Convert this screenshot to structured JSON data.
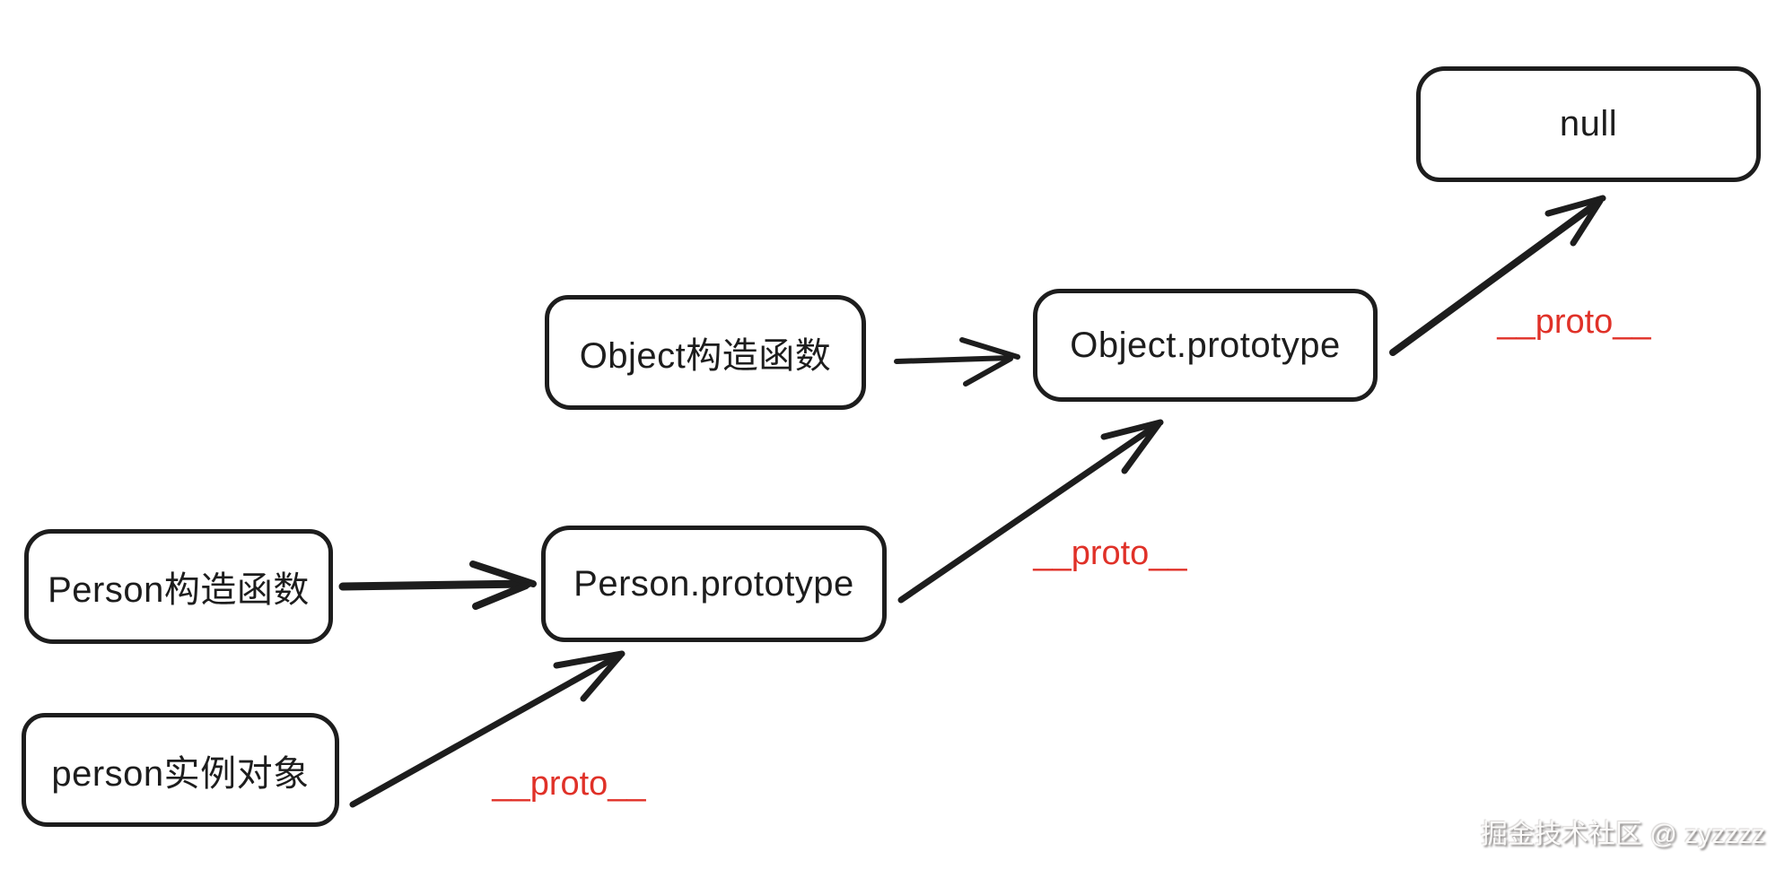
{
  "diagram": {
    "nodes": {
      "person_constructor": {
        "label": "Person构造函数"
      },
      "person_instance": {
        "label": "person实例对象"
      },
      "person_prototype": {
        "label": "Person.prototype"
      },
      "object_constructor": {
        "label": "Object构造函数"
      },
      "object_prototype": {
        "label": "Object.prototype"
      },
      "null_node": {
        "label": "null"
      }
    },
    "edges": [
      {
        "from": "person_constructor",
        "to": "person_prototype",
        "label": ""
      },
      {
        "from": "person_instance",
        "to": "person_prototype",
        "label": "__proto__"
      },
      {
        "from": "object_constructor",
        "to": "object_prototype",
        "label": ""
      },
      {
        "from": "person_prototype",
        "to": "object_prototype",
        "label": "__proto__"
      },
      {
        "from": "object_prototype",
        "to": "null_node",
        "label": "__proto__"
      }
    ],
    "colors": {
      "line": "#1d1d1d",
      "proto_text": "#e03128",
      "background": "#ffffff"
    }
  },
  "watermark": {
    "text": "掘金技术社区 @ zyzzzz"
  }
}
